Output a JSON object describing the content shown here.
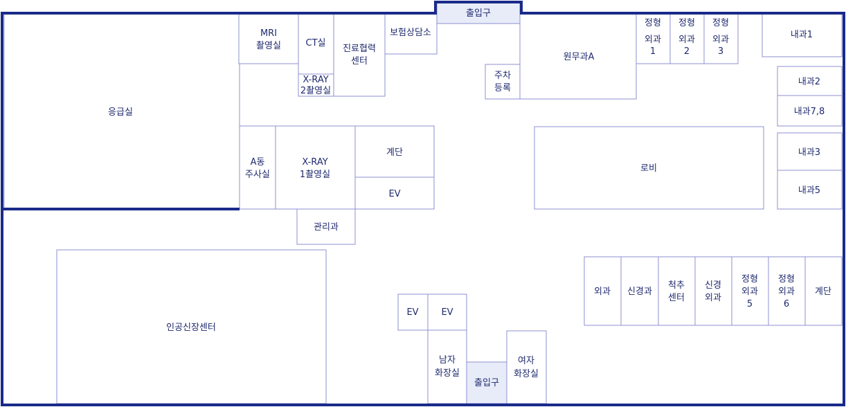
{
  "colors": {
    "wall": "#1a2a8a",
    "room_border": "#8c8fd0",
    "text": "#1f2a6e",
    "entrance_fill": "#e8ecf9"
  },
  "rooms": {
    "emergency": "응급실",
    "mri": [
      "MRI",
      "촬영실"
    ],
    "ct": "CT실",
    "xray2": [
      "X-RAY",
      "2촬영실"
    ],
    "clinic_coop": [
      "진료협력",
      "센터"
    ],
    "insurance": "보험상담소",
    "entrance_top": "출입구",
    "parking": [
      "주차",
      "등록"
    ],
    "admin_a": "원무과A",
    "ortho1": [
      "정형",
      "외과",
      "1"
    ],
    "ortho2": [
      "정형",
      "외과",
      "2"
    ],
    "ortho3": [
      "정형",
      "외과",
      "3"
    ],
    "internal1": "내과1",
    "internal2": "내과2",
    "internal78": "내과7,8",
    "internal3": "내과3",
    "internal5": "내과5",
    "injection_a": [
      "A동",
      "주사실"
    ],
    "xray1": [
      "X-RAY",
      "1촬영실"
    ],
    "stairs_mid": "계단",
    "ev_mid": "EV",
    "lobby": "로비",
    "management": "관리과",
    "dialysis": "인공신장센터",
    "ev_left": "EV",
    "ev_right": "EV",
    "men_restroom": [
      "남자",
      "화장실"
    ],
    "entrance_bottom": "출입구",
    "women_restroom": [
      "여자",
      "화장실"
    ],
    "surgery": "외과",
    "neurosurgery": "신경과",
    "spine": [
      "척추",
      "센터"
    ],
    "neuro_surgery2": [
      "신경",
      "외과"
    ],
    "ortho5": [
      "정형",
      "외과",
      "5"
    ],
    "ortho6": [
      "정형",
      "외과",
      "6"
    ],
    "stairs_right": "계단"
  }
}
